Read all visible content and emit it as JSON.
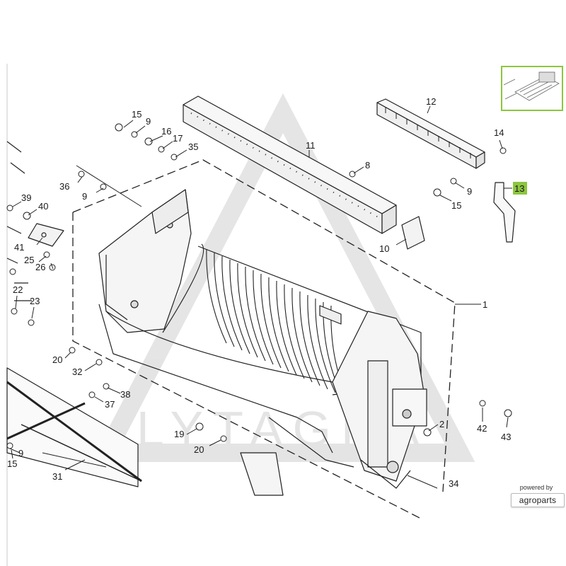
{
  "diagram": {
    "highlight_color": "#8cc63f",
    "highlighted_callout": "13",
    "watermark_text": "LYTAGRA",
    "callouts": [
      {
        "id": "1",
        "label": "1"
      },
      {
        "id": "2",
        "label": "2"
      },
      {
        "id": "8",
        "label": "8"
      },
      {
        "id": "9a",
        "label": "9"
      },
      {
        "id": "9b",
        "label": "9"
      },
      {
        "id": "9c",
        "label": "9"
      },
      {
        "id": "9d",
        "label": "9"
      },
      {
        "id": "10",
        "label": "10"
      },
      {
        "id": "11",
        "label": "11"
      },
      {
        "id": "12",
        "label": "12"
      },
      {
        "id": "13",
        "label": "13"
      },
      {
        "id": "14",
        "label": "14"
      },
      {
        "id": "15a",
        "label": "15"
      },
      {
        "id": "15b",
        "label": "15"
      },
      {
        "id": "15c",
        "label": "15"
      },
      {
        "id": "16",
        "label": "16"
      },
      {
        "id": "17",
        "label": "17"
      },
      {
        "id": "19",
        "label": "19"
      },
      {
        "id": "20a",
        "label": "20"
      },
      {
        "id": "20b",
        "label": "20"
      },
      {
        "id": "22",
        "label": "22"
      },
      {
        "id": "23",
        "label": "23"
      },
      {
        "id": "25",
        "label": "25"
      },
      {
        "id": "26",
        "label": "26"
      },
      {
        "id": "31",
        "label": "31"
      },
      {
        "id": "32",
        "label": "32"
      },
      {
        "id": "34",
        "label": "34"
      },
      {
        "id": "35",
        "label": "35"
      },
      {
        "id": "36",
        "label": "36"
      },
      {
        "id": "37",
        "label": "37"
      },
      {
        "id": "38",
        "label": "38"
      },
      {
        "id": "39",
        "label": "39"
      },
      {
        "id": "40",
        "label": "40"
      },
      {
        "id": "41",
        "label": "41"
      },
      {
        "id": "42",
        "label": "42"
      },
      {
        "id": "43",
        "label": "43"
      }
    ]
  },
  "branding": {
    "powered_by": "powered by",
    "name": "agroparts"
  }
}
